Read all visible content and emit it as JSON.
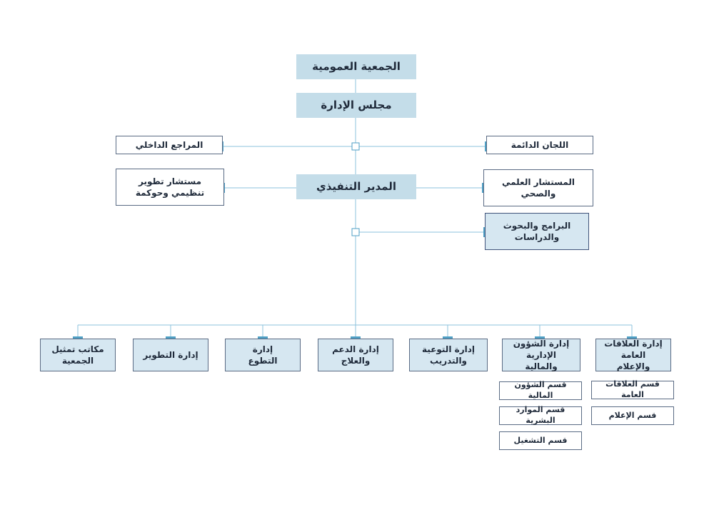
{
  "top": {
    "general_assembly": "الجمعية العمومية",
    "board": "مجلس الإدارة",
    "executive_director": "المدير التنفيذي"
  },
  "staff": {
    "internal_auditor": "المراجع الداخلي",
    "standing_committees": "اللجان الدائمة",
    "org_dev_advisor": "مستشار تطوير\nتنظيمي وحوكمة",
    "scientific_advisor": "المستشار العلمي والصحي",
    "programs_research": "البرامج والبحوث والدراسات"
  },
  "departments": [
    {
      "label": "إدارة العلاقات العامة\nوالإعلام"
    },
    {
      "label": "إدارة الشؤون الإدارية\nوالمالية"
    },
    {
      "label": "إدارة التوعية والتدريب"
    },
    {
      "label": "إدارة الدعم والعلاج"
    },
    {
      "label": "إدارة\nالتطوع"
    },
    {
      "label": "إدارة التطوير"
    },
    {
      "label": "مكاتب تمثيل الجمعية"
    }
  ],
  "sections": {
    "public_relations": [
      "قسم العلاقات العامة",
      "قسم الإعلام"
    ],
    "admin_finance": [
      "قسم الشؤون المالية",
      "قسم الموارد البشرية",
      "قسم التشغيل"
    ]
  }
}
